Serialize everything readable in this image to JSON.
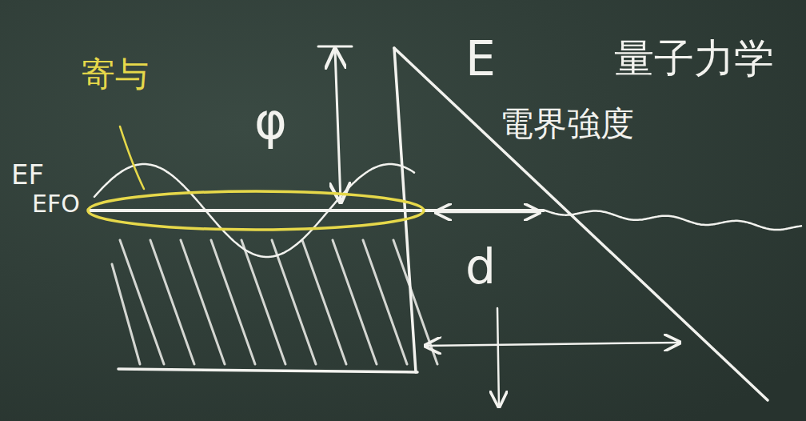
{
  "diagram": {
    "labels": [
      "寄与",
      "φ",
      "E",
      "量子力学",
      "電界強度",
      "EF",
      "EFO",
      "d"
    ]
  }
}
